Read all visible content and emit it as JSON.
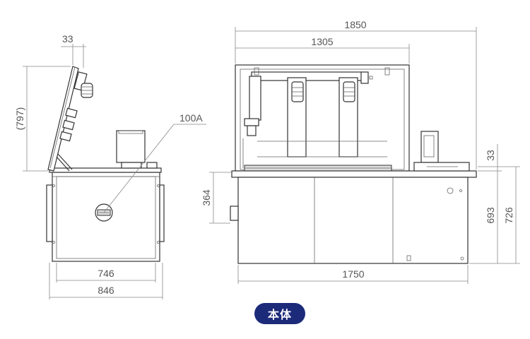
{
  "dimensions": {
    "side_lid_offset": "33",
    "side_lid_height": "(797)",
    "side_port": "100A",
    "side_inner_width": "746",
    "side_outer_width": "846",
    "front_overall_width": "1850",
    "front_lid_width": "1305",
    "front_lid_offset": "33",
    "front_body_height": "693",
    "front_total_height": "726",
    "front_side_height": "364",
    "front_base_width": "1750"
  },
  "badge": {
    "label": "本体"
  },
  "colors": {
    "badge_bg": "#1c2a7a",
    "line": "#333333"
  }
}
